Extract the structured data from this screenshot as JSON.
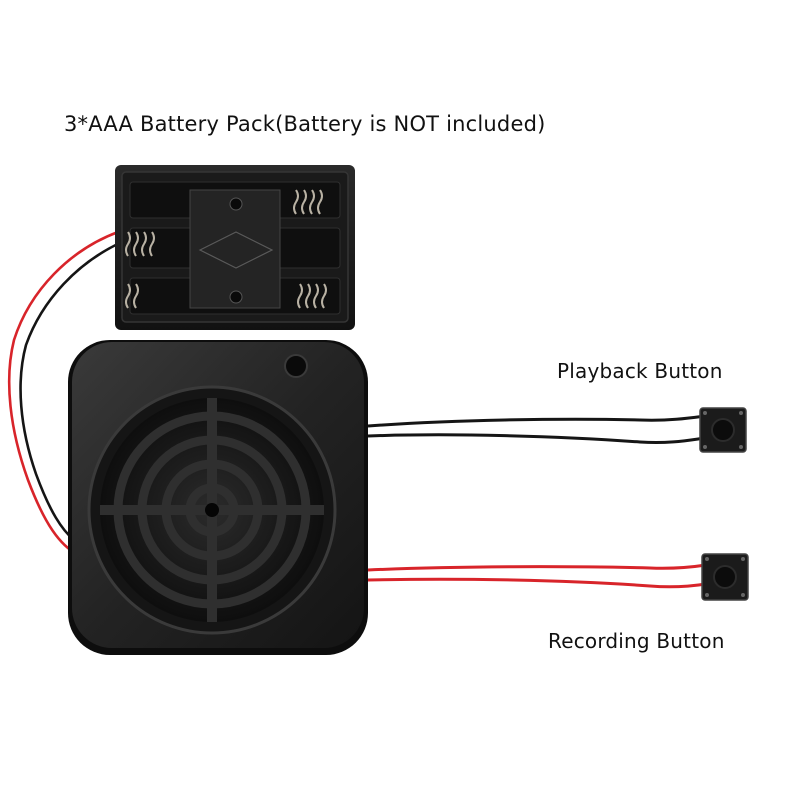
{
  "labels": {
    "battery_pack": "3*AAA Battery Pack(Battery is NOT included)",
    "playback_button": "Playback Button",
    "recording_button": "Recording Button"
  },
  "colors": {
    "background": "#ffffff",
    "plastic": "#1e1e1e",
    "wire_red": "#d8242a",
    "wire_black": "#151515",
    "spring_metal": "#b9b2a4"
  }
}
